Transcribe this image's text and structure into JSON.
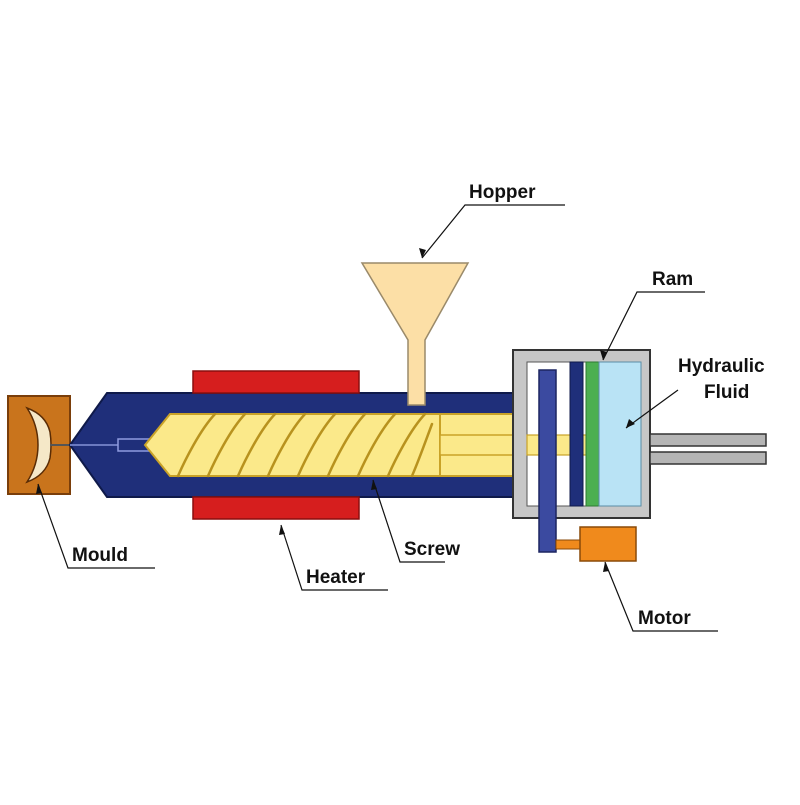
{
  "labels": {
    "hopper": "Hopper",
    "ram": "Ram",
    "hydraulic_line1": "Hydraulic",
    "hydraulic_line2": "Fluid",
    "mould": "Mould",
    "screw": "Screw",
    "heater": "Heater",
    "motor": "Motor"
  },
  "colors": {
    "barrel": "#1f2f7a",
    "screw_fill": "#fbe98a",
    "screw_outline": "#c9a227",
    "hopper_fill": "#fcdfa6",
    "hopper_outline": "#9a8a6a",
    "heater": "#d61e1e",
    "mould": "#c9741c",
    "housing": "#c7c7c7",
    "housing_outline": "#333333",
    "gear": "#3b4aa0",
    "ram_green": "#4caf50",
    "fluid": "#b9e3f5",
    "motor": "#f08a1c"
  }
}
